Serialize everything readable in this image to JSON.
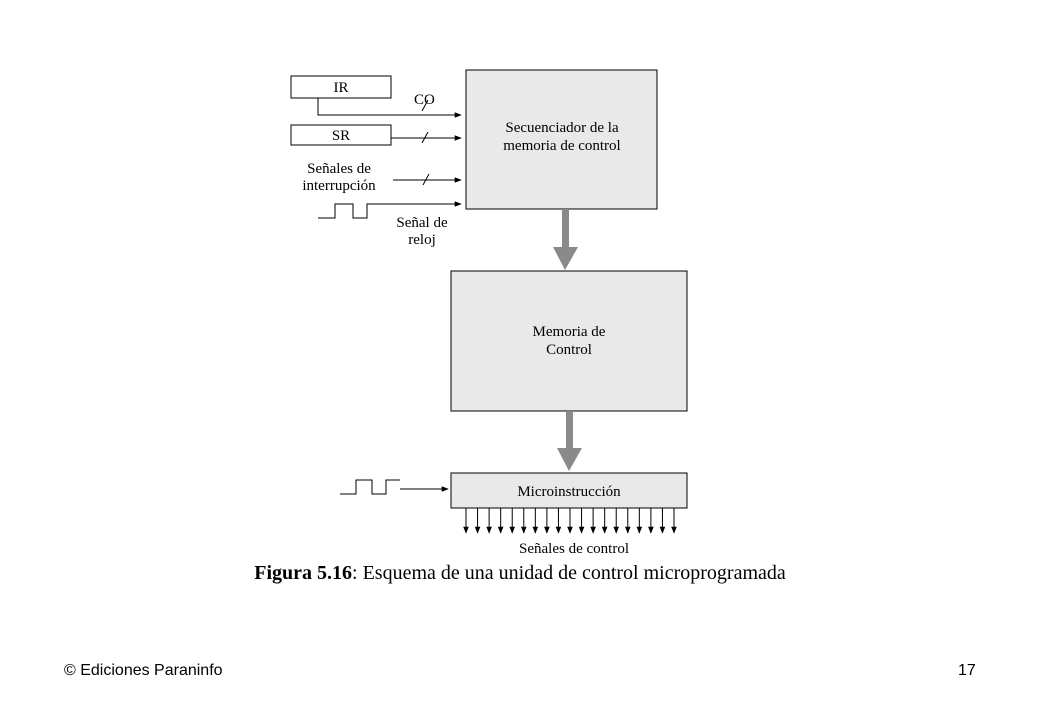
{
  "diagram": {
    "reg_ir": "IR",
    "reg_sr": "SR",
    "label_co": "CO",
    "label_interrupt_1": "Señales de",
    "label_interrupt_2": "interrupción",
    "label_clock_1": "Señal de",
    "label_clock_2": "reloj",
    "sequencer_1": "Secuenciador de la",
    "sequencer_2": "memoria de control",
    "memory_1": "Memoria de",
    "memory_2": "Control",
    "microinstruction": "Microinstrucción",
    "control_signals": "Señales de control"
  },
  "caption": {
    "bold": "Figura 5.16",
    "text": ": Esquema de una unidad de control microprogramada"
  },
  "footer": {
    "left": "© Ediciones Paraninfo",
    "right": "17"
  }
}
